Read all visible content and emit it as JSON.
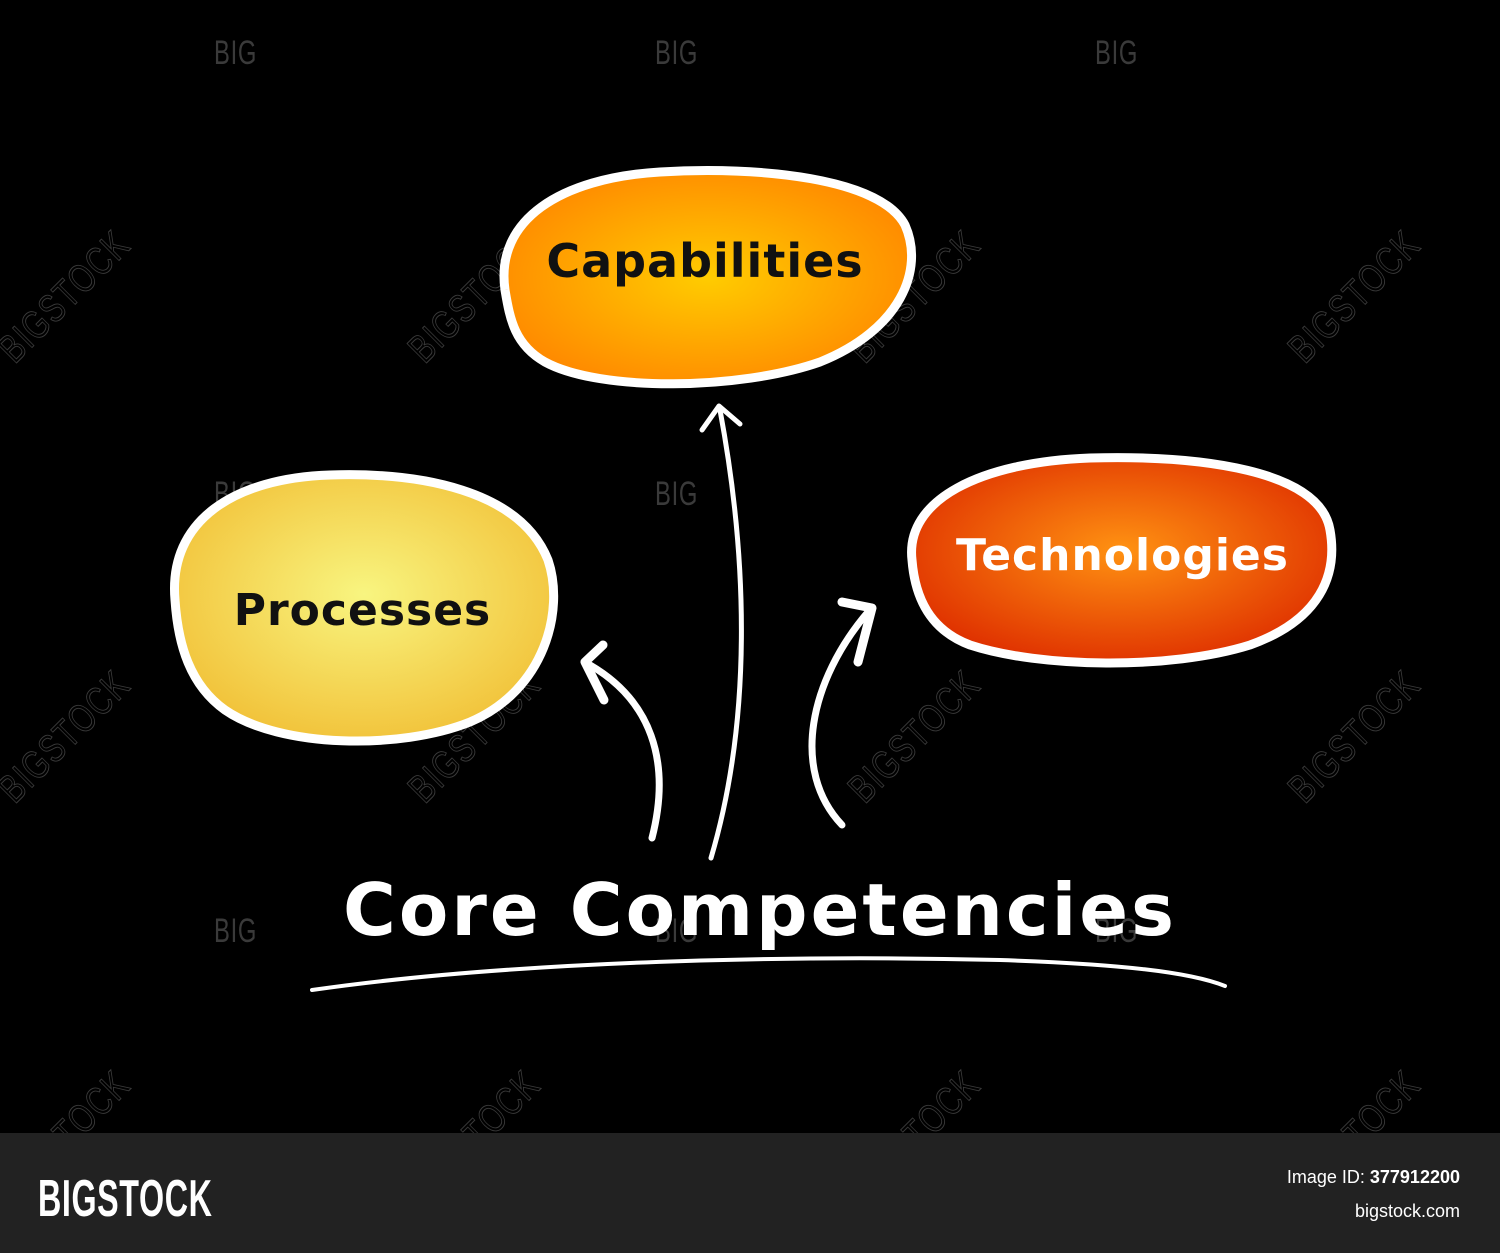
{
  "diagram": {
    "title": "Core Competencies",
    "nodes": [
      {
        "id": "capabilities",
        "label": "Capabilities",
        "fill_center": "#ffc400",
        "fill_edge": "#ff8c00",
        "text_color": "#111111"
      },
      {
        "id": "processes",
        "label": "Processes",
        "fill_center": "#f6f27a",
        "fill_edge": "#f2c23a",
        "text_color": "#111111"
      },
      {
        "id": "technologies",
        "label": "Technologies",
        "fill_center": "#ff8c10",
        "fill_edge": "#e03000",
        "text_color": "#ffffff"
      }
    ],
    "edges": [
      {
        "from": "Core Competencies",
        "to": "Processes"
      },
      {
        "from": "Core Competencies",
        "to": "Capabilities"
      },
      {
        "from": "Core Competencies",
        "to": "Technologies"
      }
    ]
  },
  "watermark": {
    "big": "BIG",
    "diag": "BIGSTOCK"
  },
  "footer": {
    "logo": "BIGSTOCK",
    "image_id_label": "Image ID:",
    "image_id_value": "377912200",
    "site": "bigstock.com"
  }
}
